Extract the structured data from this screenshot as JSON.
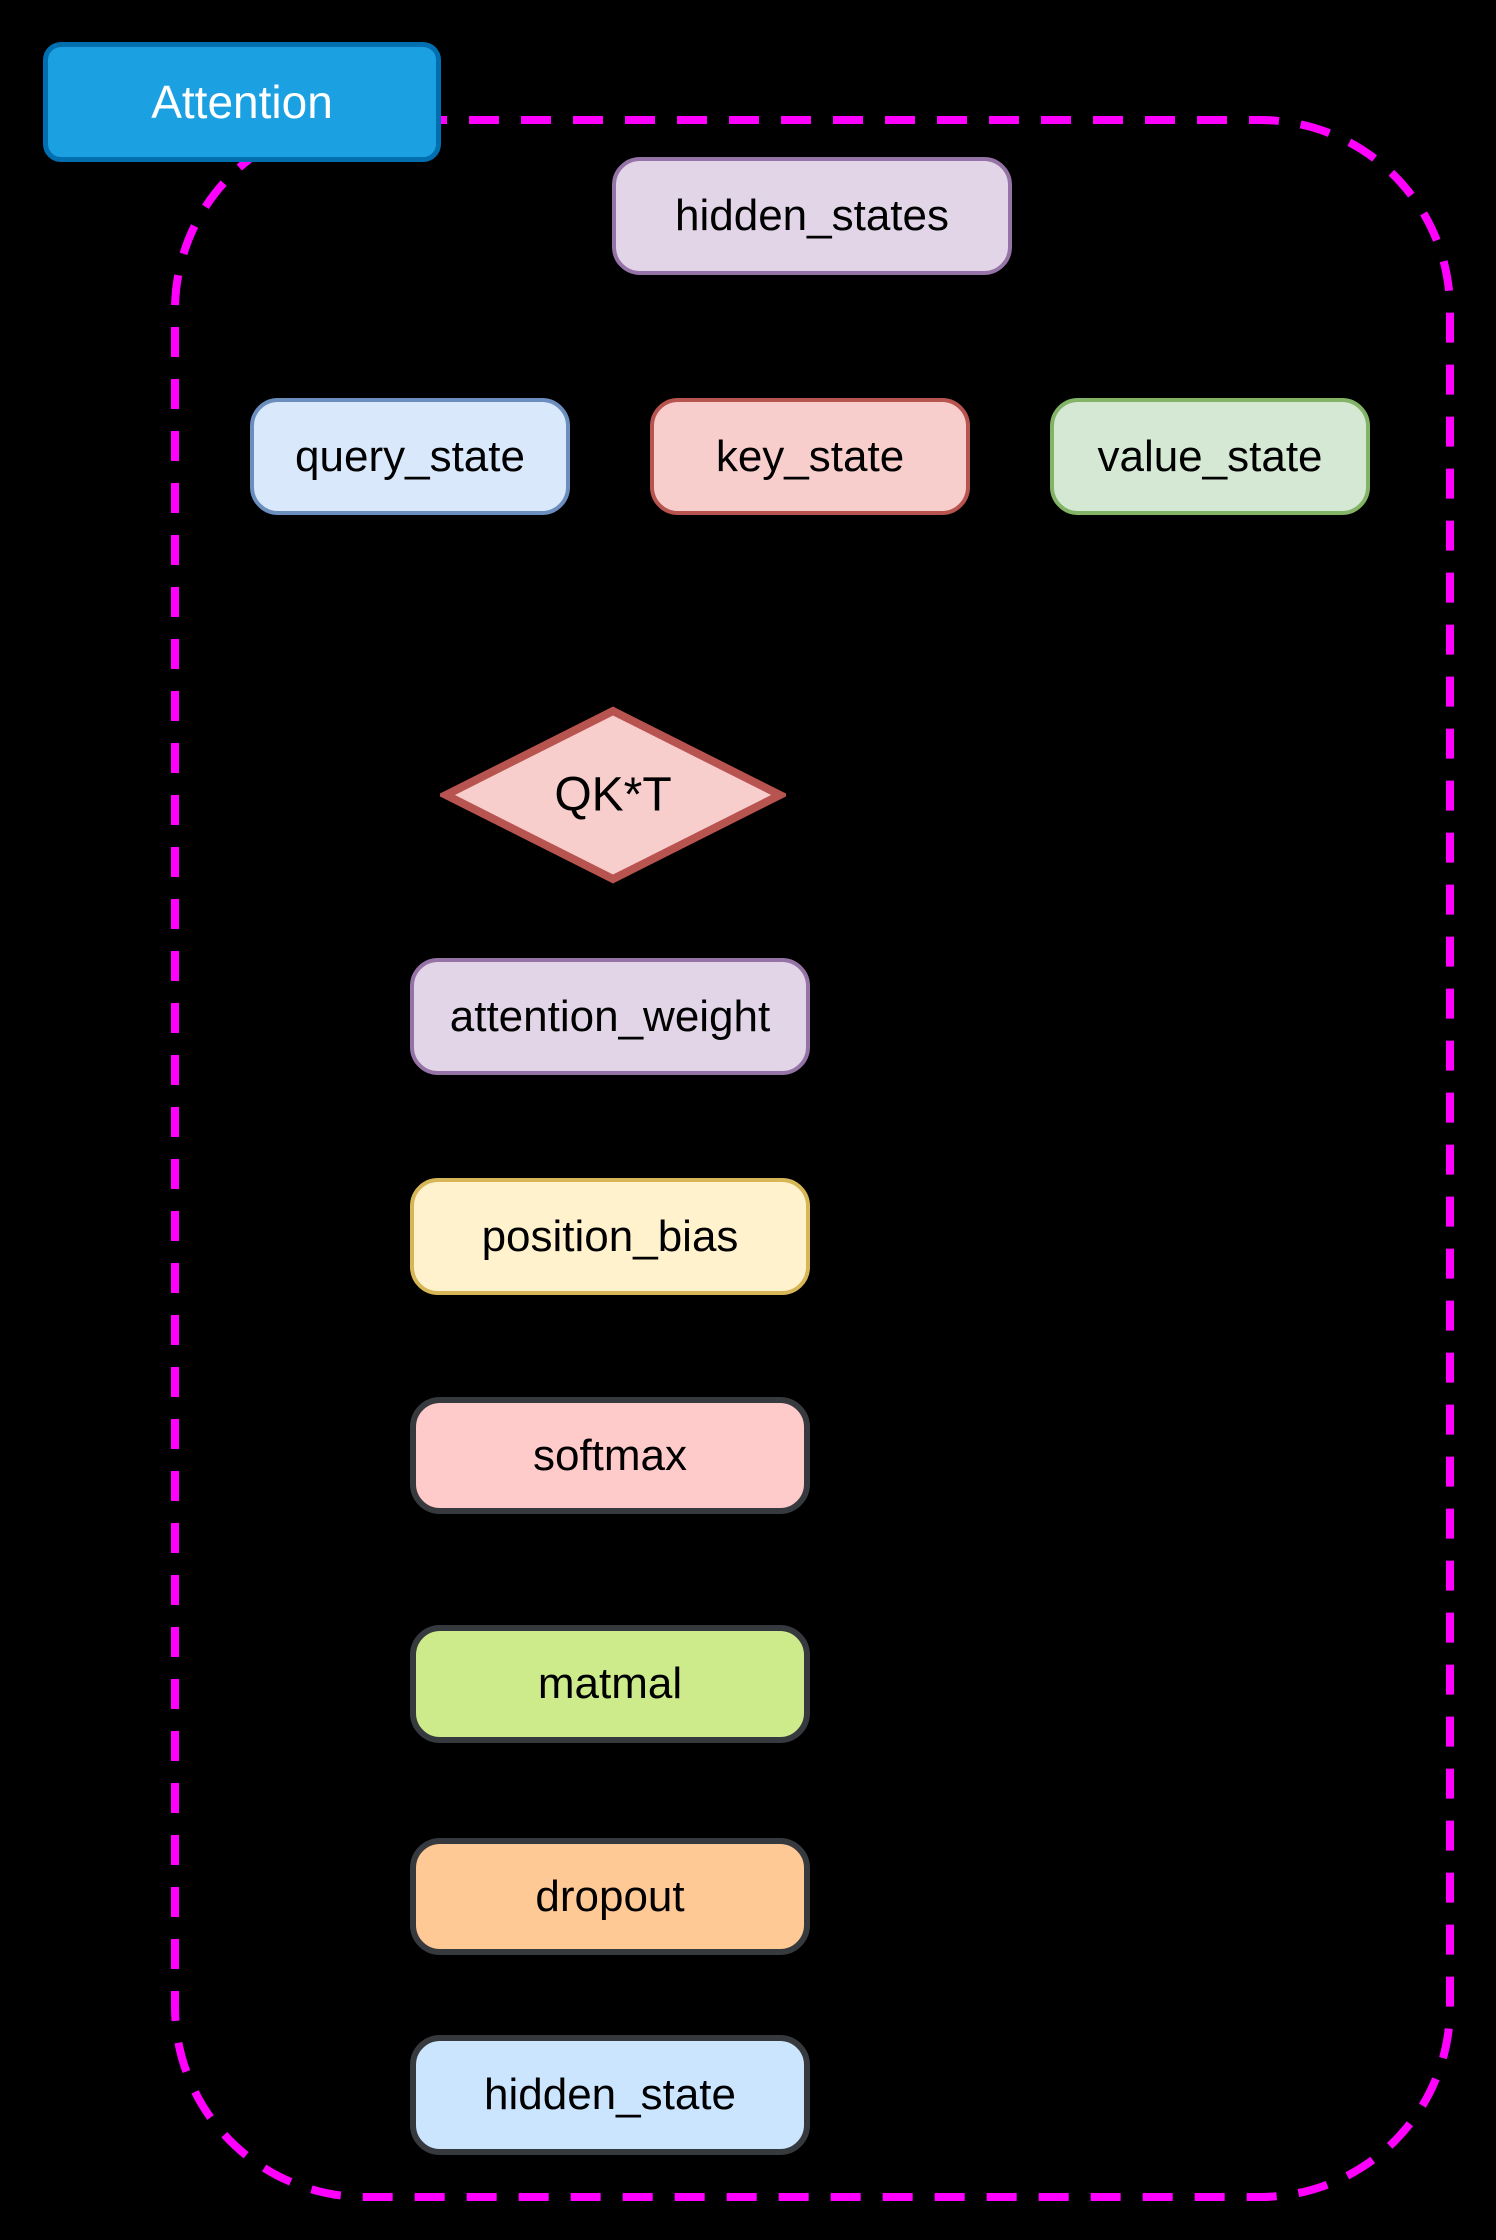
{
  "canvas": {
    "background": "#000000"
  },
  "tab": {
    "label": "Attention",
    "fill": "#1BA1E2",
    "stroke": "#006EAF",
    "text_color": "#FFFFFF"
  },
  "container": {
    "stroke": "#FF00FF",
    "style": "dashed"
  },
  "nodes": {
    "hidden_states": {
      "label": "hidden_states",
      "shape": "rounded-rect",
      "fill": "#E1D5E7",
      "stroke": "#9673A6"
    },
    "query_state": {
      "label": "query_state",
      "shape": "rounded-rect",
      "fill": "#DAE8FC",
      "stroke": "#6C8EBF"
    },
    "key_state": {
      "label": "key_state",
      "shape": "rounded-rect",
      "fill": "#F8CECC",
      "stroke": "#B85450"
    },
    "value_state": {
      "label": "value_state",
      "shape": "rounded-rect",
      "fill": "#D5E8D4",
      "stroke": "#82B366"
    },
    "qkt": {
      "label": "QK*T",
      "shape": "diamond",
      "fill": "#F8CECC",
      "stroke": "#B85450"
    },
    "attention_weight": {
      "label": "attention_weight",
      "shape": "rounded-rect",
      "fill": "#E1D5E7",
      "stroke": "#9673A6"
    },
    "position_bias": {
      "label": "position_bias",
      "shape": "rounded-rect",
      "fill": "#FFF2CC",
      "stroke": "#D6B656"
    },
    "softmax": {
      "label": "softmax",
      "shape": "rounded-rect",
      "fill": "#FFCACA",
      "stroke": "#36393D"
    },
    "matmal": {
      "label": "matmal",
      "shape": "rounded-rect",
      "fill": "#CDEB8B",
      "stroke": "#36393D"
    },
    "dropout": {
      "label": "dropout",
      "shape": "rounded-rect",
      "fill": "#FFC996",
      "stroke": "#36393D"
    },
    "hidden_state": {
      "label": "hidden_state",
      "shape": "rounded-rect",
      "fill": "#CCE5FF",
      "stroke": "#36393D"
    }
  }
}
